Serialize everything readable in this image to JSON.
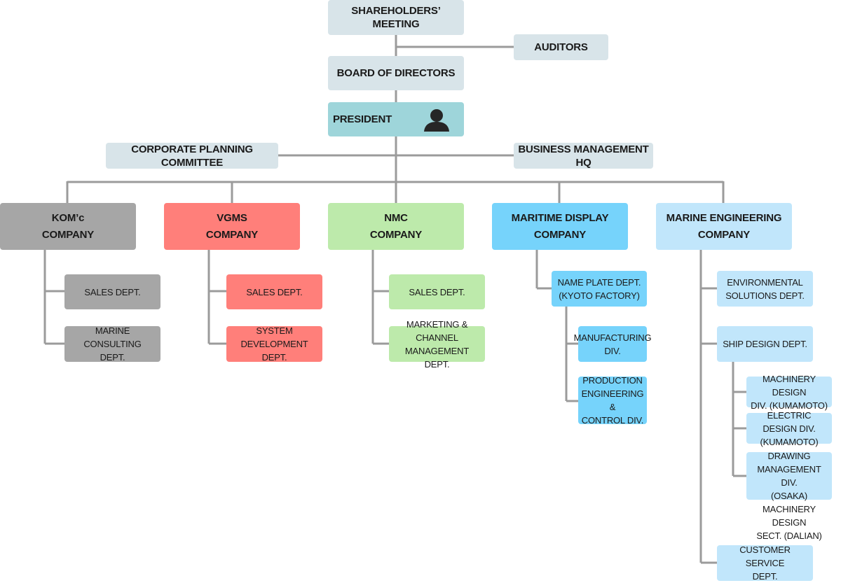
{
  "colors": {
    "header_boxes": "#d8e4e9",
    "president": "#9ed5da",
    "kom_company": "#a6a6a6",
    "vgms_company": "#ff7f7a",
    "nmc_company": "#bdeaab",
    "maritime_display_company": "#76d3fb",
    "marine_engineering_company": "#c1e6fb",
    "connector_lines": "#9b9b9b"
  },
  "governance": {
    "shareholders": "SHAREHOLDERS’ MEETING",
    "auditors": "AUDITORS",
    "board": "BOARD OF DIRECTORS",
    "president": "PRESIDENT",
    "president_icon": "person-silhouette-icon",
    "planning": "CORPORATE PLANNING COMMITTEE",
    "business_hq": "BUSINESS MANAGEMENT HQ"
  },
  "companies": {
    "kom": {
      "name": "KOM’c\nCOMPANY",
      "depts": [
        "SALES DEPT.",
        "MARINE CONSULTING\nDEPT."
      ]
    },
    "vgms": {
      "name": "VGMS\nCOMPANY",
      "depts": [
        "SALES DEPT.",
        "SYSTEM DEVELOPMENT\nDEPT."
      ]
    },
    "nmc": {
      "name": "NMC\nCOMPANY",
      "depts": [
        "SALES DEPT.",
        "MARKETING & CHANNEL\nMANAGEMENT DEPT."
      ]
    },
    "maritime": {
      "name": "MARITIME DISPLAY\nCOMPANY",
      "dept": "NAME PLATE DEPT.\n(KYOTO FACTORY)",
      "divs": [
        "MANUFACTURING\nDIV.",
        "PRODUCTION\nENGINEERING &\nCONTROL DIV."
      ]
    },
    "marine": {
      "name": "MARINE ENGINEERING\nCOMPANY",
      "depts": [
        "ENVIRONMENTAL\nSOLUTIONS DEPT.",
        "SHIP DESIGN DEPT.",
        "CUSTOMER SERVICE\nDEPT."
      ],
      "ship_divs": [
        "MACHINERY DESIGN\nDIV.  (KUMAMOTO)",
        "ELECTRIC DESIGN DIV.\n(KUMAMOTO)",
        "DRAWING\nMANAGEMENT DIV.\n(OSAKA)"
      ],
      "ship_sect": "MACHINERY DESIGN\nSECT. (DALIAN)"
    }
  }
}
